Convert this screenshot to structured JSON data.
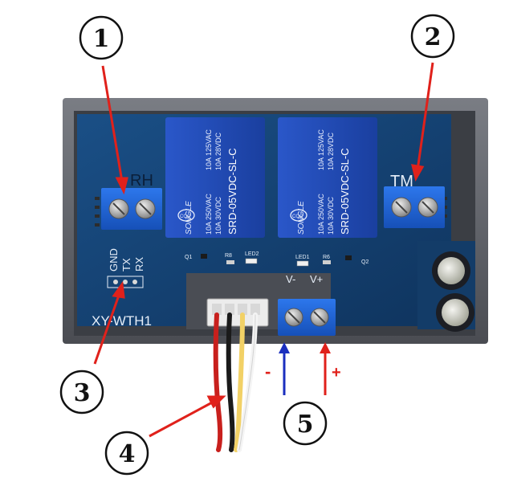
{
  "callouts": [
    "1",
    "2",
    "3",
    "4",
    "5"
  ],
  "board": {
    "label_left_terminal": "RH",
    "label_right_terminal": "TM",
    "model": "XY-WTH1",
    "header_pins": [
      "GND",
      "TX",
      "RX"
    ],
    "silk": {
      "q1": "Q1",
      "r8": "R8",
      "led2": "LED2",
      "led1": "LED1",
      "r6": "R6",
      "q2": "Q2",
      "vminus": "V-",
      "vplus": "V+"
    }
  },
  "relays": [
    {
      "brand": "SONGLE",
      "model": "SRD-05VDC-SL-C",
      "rating_dc": "10A 30VDC",
      "rating_ac": "10A 250VAC",
      "rating_125": "10A 125VAC",
      "rating_28": "10A 28VDC",
      "cqc": "CQC"
    },
    {
      "brand": "SONGLE",
      "model": "SRD-05VDC-SL-C",
      "rating_dc": "10A 30VDC",
      "rating_ac": "10A 250VAC",
      "rating_125": "10A 125VAC",
      "rating_28": "10A 28VDC",
      "cqc": "CQC"
    }
  ],
  "polarity": {
    "minus": "-",
    "plus": "+"
  },
  "colors": {
    "pcb": "#14406e",
    "relay": "#1f49b8",
    "terminal": "#1f63d6",
    "case": "#5c5f66",
    "arrow_red": "#e0211b",
    "arrow_blue": "#1a2fbf"
  }
}
